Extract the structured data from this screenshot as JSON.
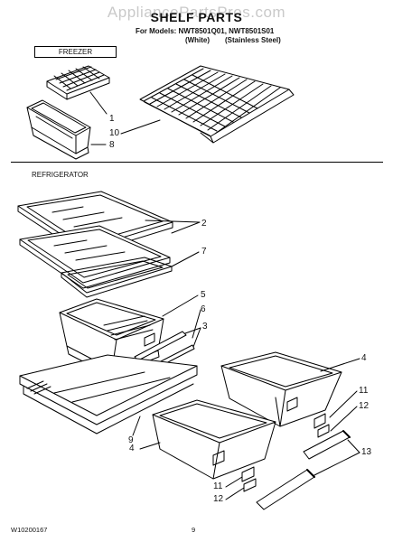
{
  "watermark": "AppliancePartsPros.com",
  "header": {
    "title": "SHELF PARTS",
    "models_line": "For Models: NWT8501Q01, NWT8501S01",
    "variant_white": "(White)",
    "variant_stainless": "(Stainless Steel)"
  },
  "sections": {
    "freezer": "FREEZER",
    "refrigerator": "REFRIGERATOR"
  },
  "callouts": {
    "c1": "1",
    "c10": "10",
    "c8": "8",
    "c2": "2",
    "c7": "7",
    "c5": "5",
    "c6": "6",
    "c3": "3",
    "c4a": "4",
    "c11a": "11",
    "c12a": "12",
    "c9": "9",
    "c4b": "4",
    "c13": "13",
    "c11b": "11",
    "c12b": "12"
  },
  "footer": {
    "doc_number": "W10200167",
    "page_number": "9"
  }
}
